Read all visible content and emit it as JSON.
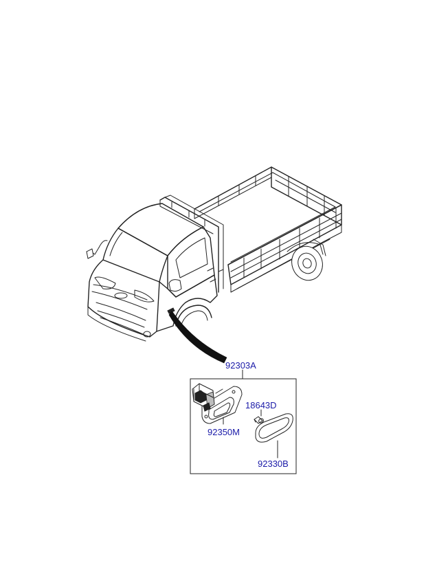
{
  "diagram": {
    "parts": [
      {
        "id": "assembly",
        "number": "92303A"
      },
      {
        "id": "housing",
        "number": "92350M"
      },
      {
        "id": "bulb",
        "number": "18643D"
      },
      {
        "id": "lens",
        "number": "92330B"
      }
    ],
    "colors": {
      "label": "#1a1aa8",
      "line": "#222222",
      "background": "#ffffff"
    }
  }
}
